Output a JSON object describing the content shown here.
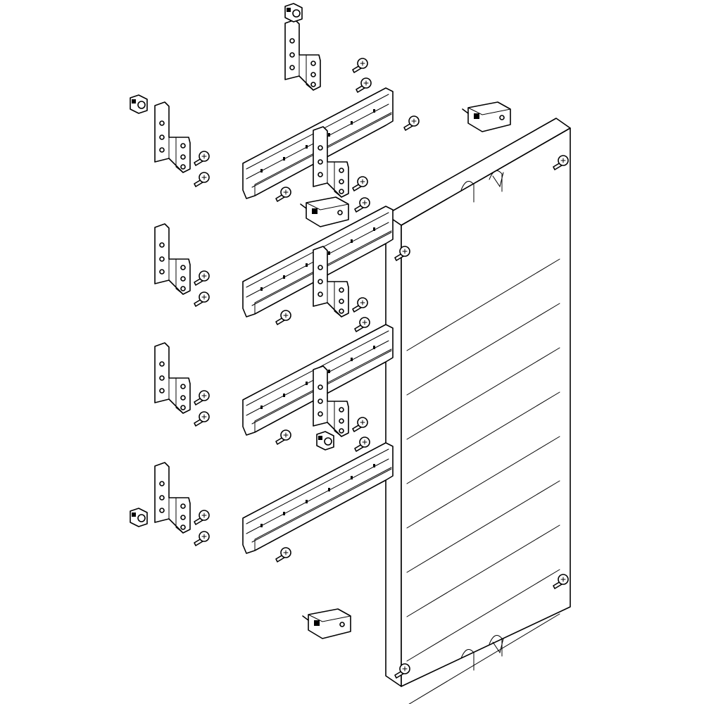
{
  "colors": {
    "line": "#000000",
    "background": "#ffffff"
  },
  "components": {
    "panel": "cover-panel",
    "rails": [
      "din-rail",
      "din-rail",
      "din-rail",
      "din-rail"
    ],
    "left_brackets": [
      "mounting-bracket",
      "mounting-bracket",
      "mounting-bracket",
      "mounting-bracket"
    ],
    "middle_brackets": [
      "mounting-bracket",
      "mounting-bracket",
      "mounting-bracket"
    ],
    "top_bracket": "mounting-bracket",
    "screw_icon": "screw-icon",
    "terminal_icon": "terminal-block-icon",
    "clip_icon": "clip-nut-icon"
  }
}
